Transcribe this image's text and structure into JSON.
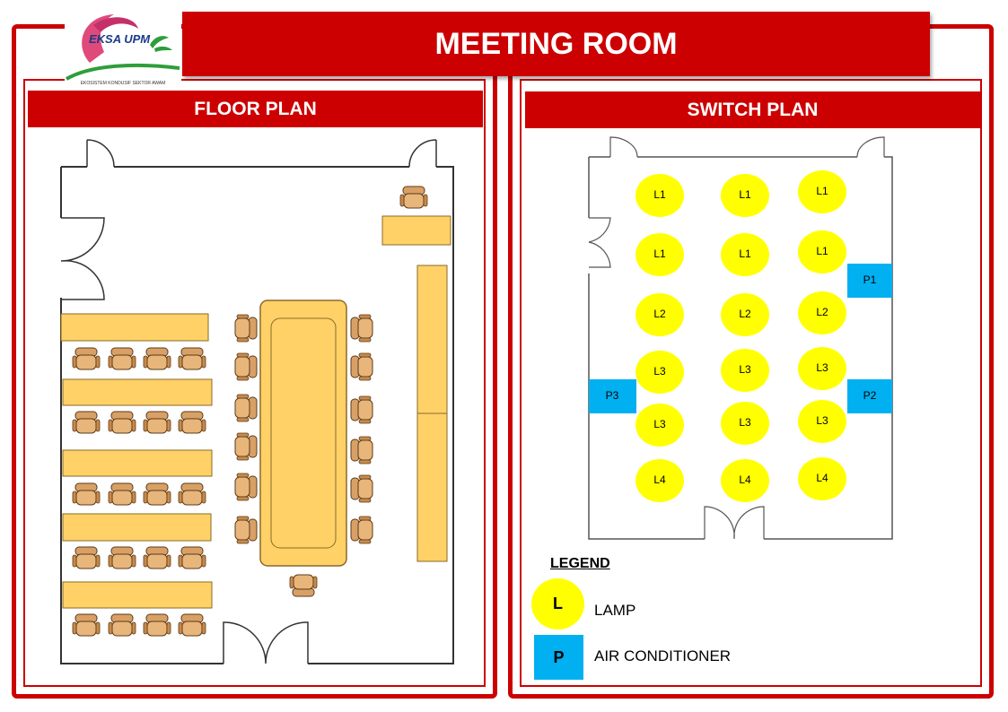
{
  "header": {
    "title": "MEETING ROOM",
    "logo_brand": "EKSA UPM",
    "logo_tagline": "EKOSISTEM KONDUSIF SEKTOR AWAM"
  },
  "floor_plan": {
    "title": "FLOOR PLAN"
  },
  "switch_plan": {
    "title": "SWITCH PLAN",
    "lamps": [
      {
        "label": "L1"
      },
      {
        "label": "L1"
      },
      {
        "label": "L1"
      },
      {
        "label": "L1"
      },
      {
        "label": "L1"
      },
      {
        "label": "L1"
      },
      {
        "label": "L2"
      },
      {
        "label": "L2"
      },
      {
        "label": "L2"
      },
      {
        "label": "L3"
      },
      {
        "label": "L3"
      },
      {
        "label": "L3"
      },
      {
        "label": "L3"
      },
      {
        "label": "L3"
      },
      {
        "label": "L3"
      },
      {
        "label": "L4"
      },
      {
        "label": "L4"
      },
      {
        "label": "L4"
      }
    ],
    "air_conditioners": [
      {
        "label": "P1"
      },
      {
        "label": "P2"
      },
      {
        "label": "P3"
      }
    ]
  },
  "legend": {
    "title": "LEGEND",
    "items": [
      {
        "key": "L",
        "label": "LAMP"
      },
      {
        "key": "P",
        "label": "AIR CONDITIONER"
      }
    ]
  },
  "colors": {
    "brand_red": "#cc0000",
    "lamp_yellow": "#ffff00",
    "ac_blue": "#00b0f0",
    "furniture": "#ffd166",
    "chair": "#d9a066"
  }
}
